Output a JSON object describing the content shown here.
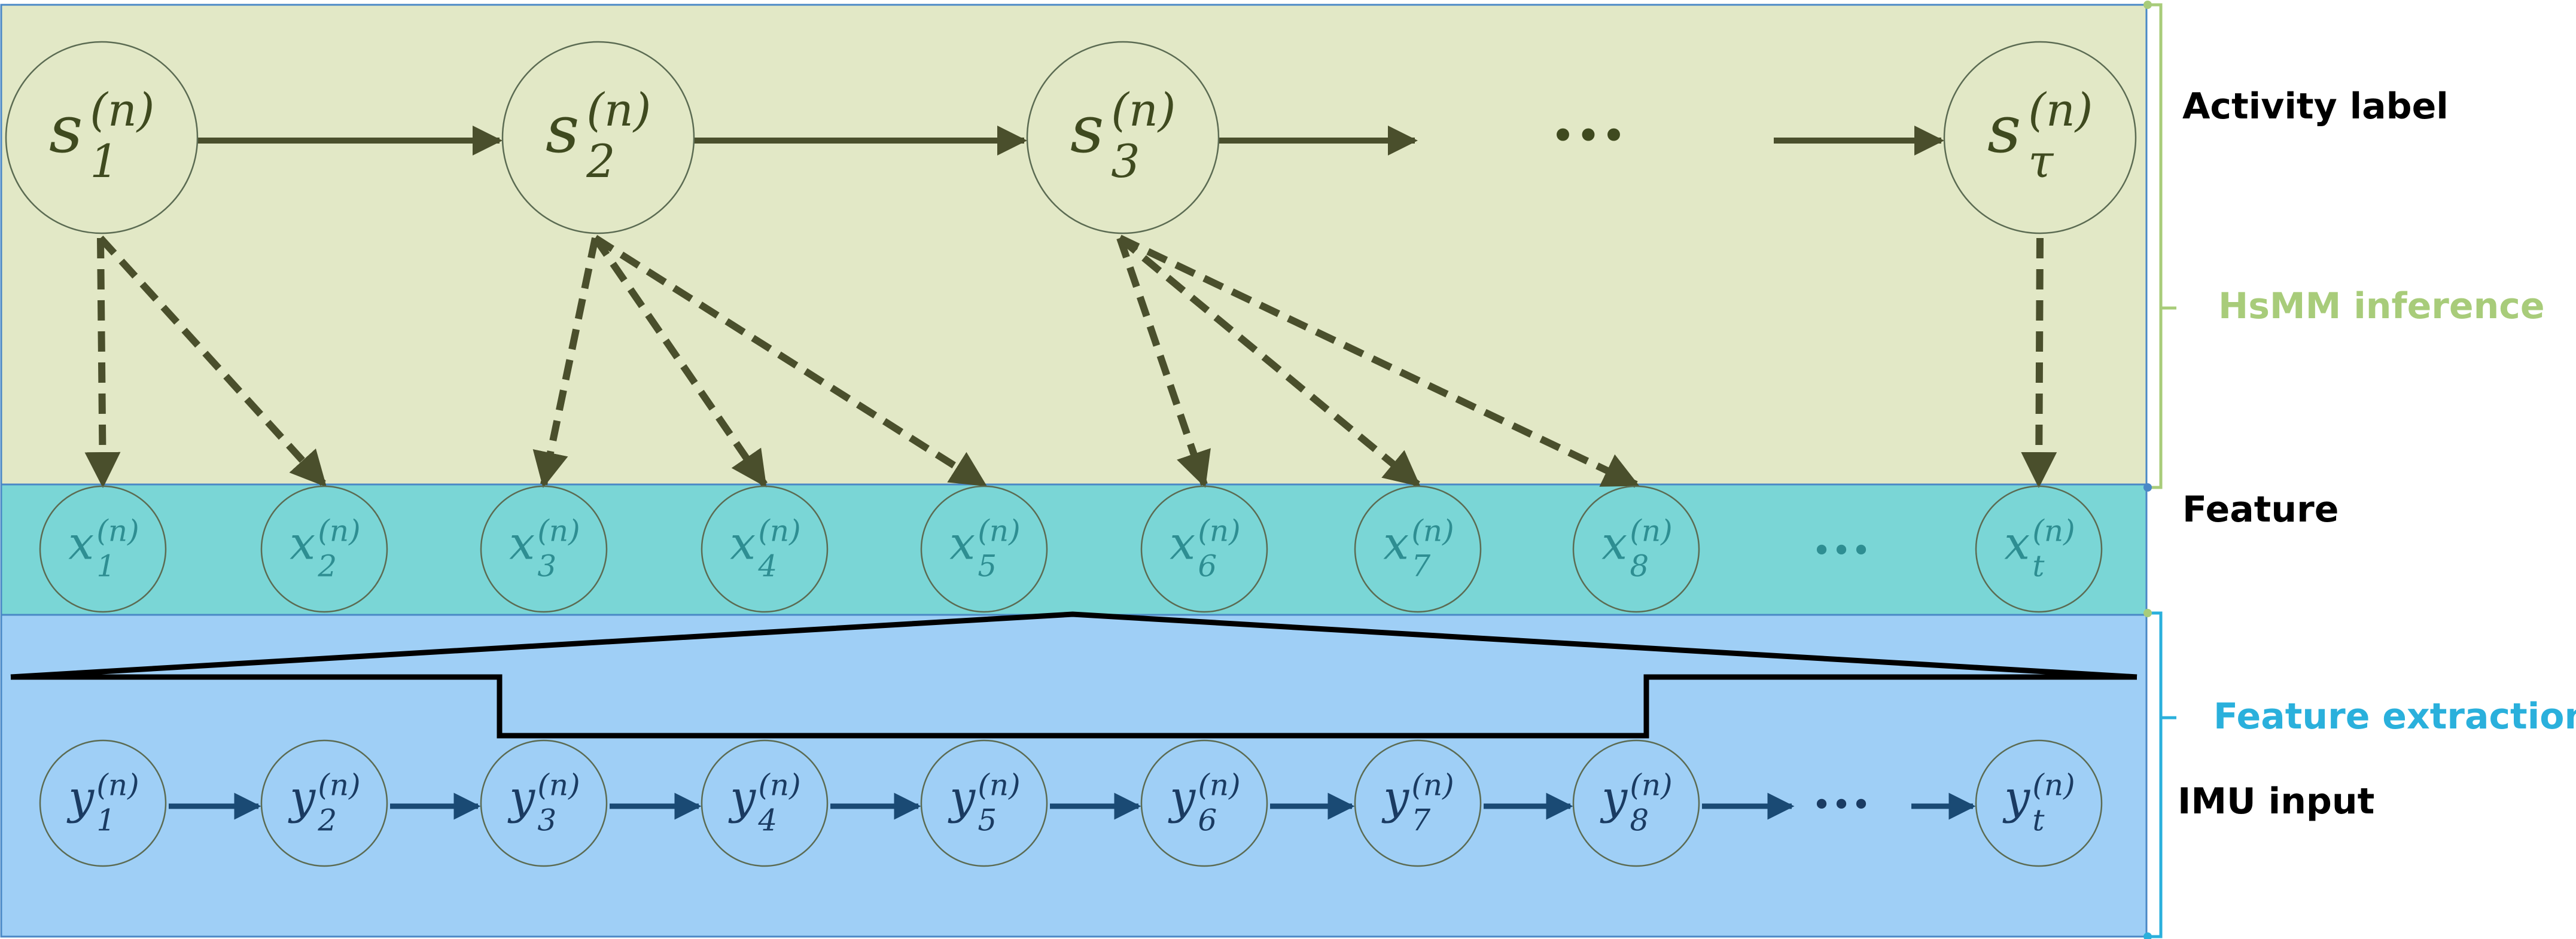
{
  "colors": {
    "activity_band": "#e2e8c6",
    "feature_band": "#7ad6d6",
    "imu_band": "#9fcff6",
    "band_border": "#4a88c6",
    "activity_arrow": "#4a4f2c",
    "imu_arrow": "#1a4a74",
    "activity_text": "#3f4a1f",
    "feature_text": "#2e8e92",
    "imu_text": "#1a3b62",
    "hsmm_accent": "#a8cc7a",
    "feature_extraction_accent": "#2ab0dc",
    "label_text": "#000000"
  },
  "nodes": {
    "activity": [
      {
        "base": "s",
        "sub": "1",
        "sup": "(n)"
      },
      {
        "base": "s",
        "sub": "2",
        "sup": "(n)"
      },
      {
        "base": "s",
        "sub": "3",
        "sup": "(n)"
      },
      {
        "base": "s",
        "sub": "τ",
        "sup": "(n)"
      }
    ],
    "feature": [
      {
        "base": "x",
        "sub": "1",
        "sup": "(n)"
      },
      {
        "base": "x",
        "sub": "2",
        "sup": "(n)"
      },
      {
        "base": "x",
        "sub": "3",
        "sup": "(n)"
      },
      {
        "base": "x",
        "sub": "4",
        "sup": "(n)"
      },
      {
        "base": "x",
        "sub": "5",
        "sup": "(n)"
      },
      {
        "base": "x",
        "sub": "6",
        "sup": "(n)"
      },
      {
        "base": "x",
        "sub": "7",
        "sup": "(n)"
      },
      {
        "base": "x",
        "sub": "8",
        "sup": "(n)"
      },
      {
        "base": "x",
        "sub": "t",
        "sup": "(n)"
      }
    ],
    "imu": [
      {
        "base": "y",
        "sub": "1",
        "sup": "(n)"
      },
      {
        "base": "y",
        "sub": "2",
        "sup": "(n)"
      },
      {
        "base": "y",
        "sub": "3",
        "sup": "(n)"
      },
      {
        "base": "y",
        "sub": "4",
        "sup": "(n)"
      },
      {
        "base": "y",
        "sub": "5",
        "sup": "(n)"
      },
      {
        "base": "y",
        "sub": "6",
        "sup": "(n)"
      },
      {
        "base": "y",
        "sub": "7",
        "sup": "(n)"
      },
      {
        "base": "y",
        "sub": "8",
        "sup": "(n)"
      },
      {
        "base": "y",
        "sub": "t",
        "sup": "(n)"
      }
    ]
  },
  "ellipsis": "•••",
  "emissions": [
    {
      "from": 0,
      "to": [
        0,
        1
      ]
    },
    {
      "from": 1,
      "to": [
        2,
        3,
        4
      ]
    },
    {
      "from": 2,
      "to": [
        5,
        6,
        7
      ]
    },
    {
      "from": 3,
      "to": [
        8
      ]
    }
  ],
  "labels": {
    "activity": "Activity label",
    "feature": "Feature",
    "imu": "IMU input",
    "hsmm": "HsMM inference",
    "feature_extraction": "Feature extraction"
  }
}
